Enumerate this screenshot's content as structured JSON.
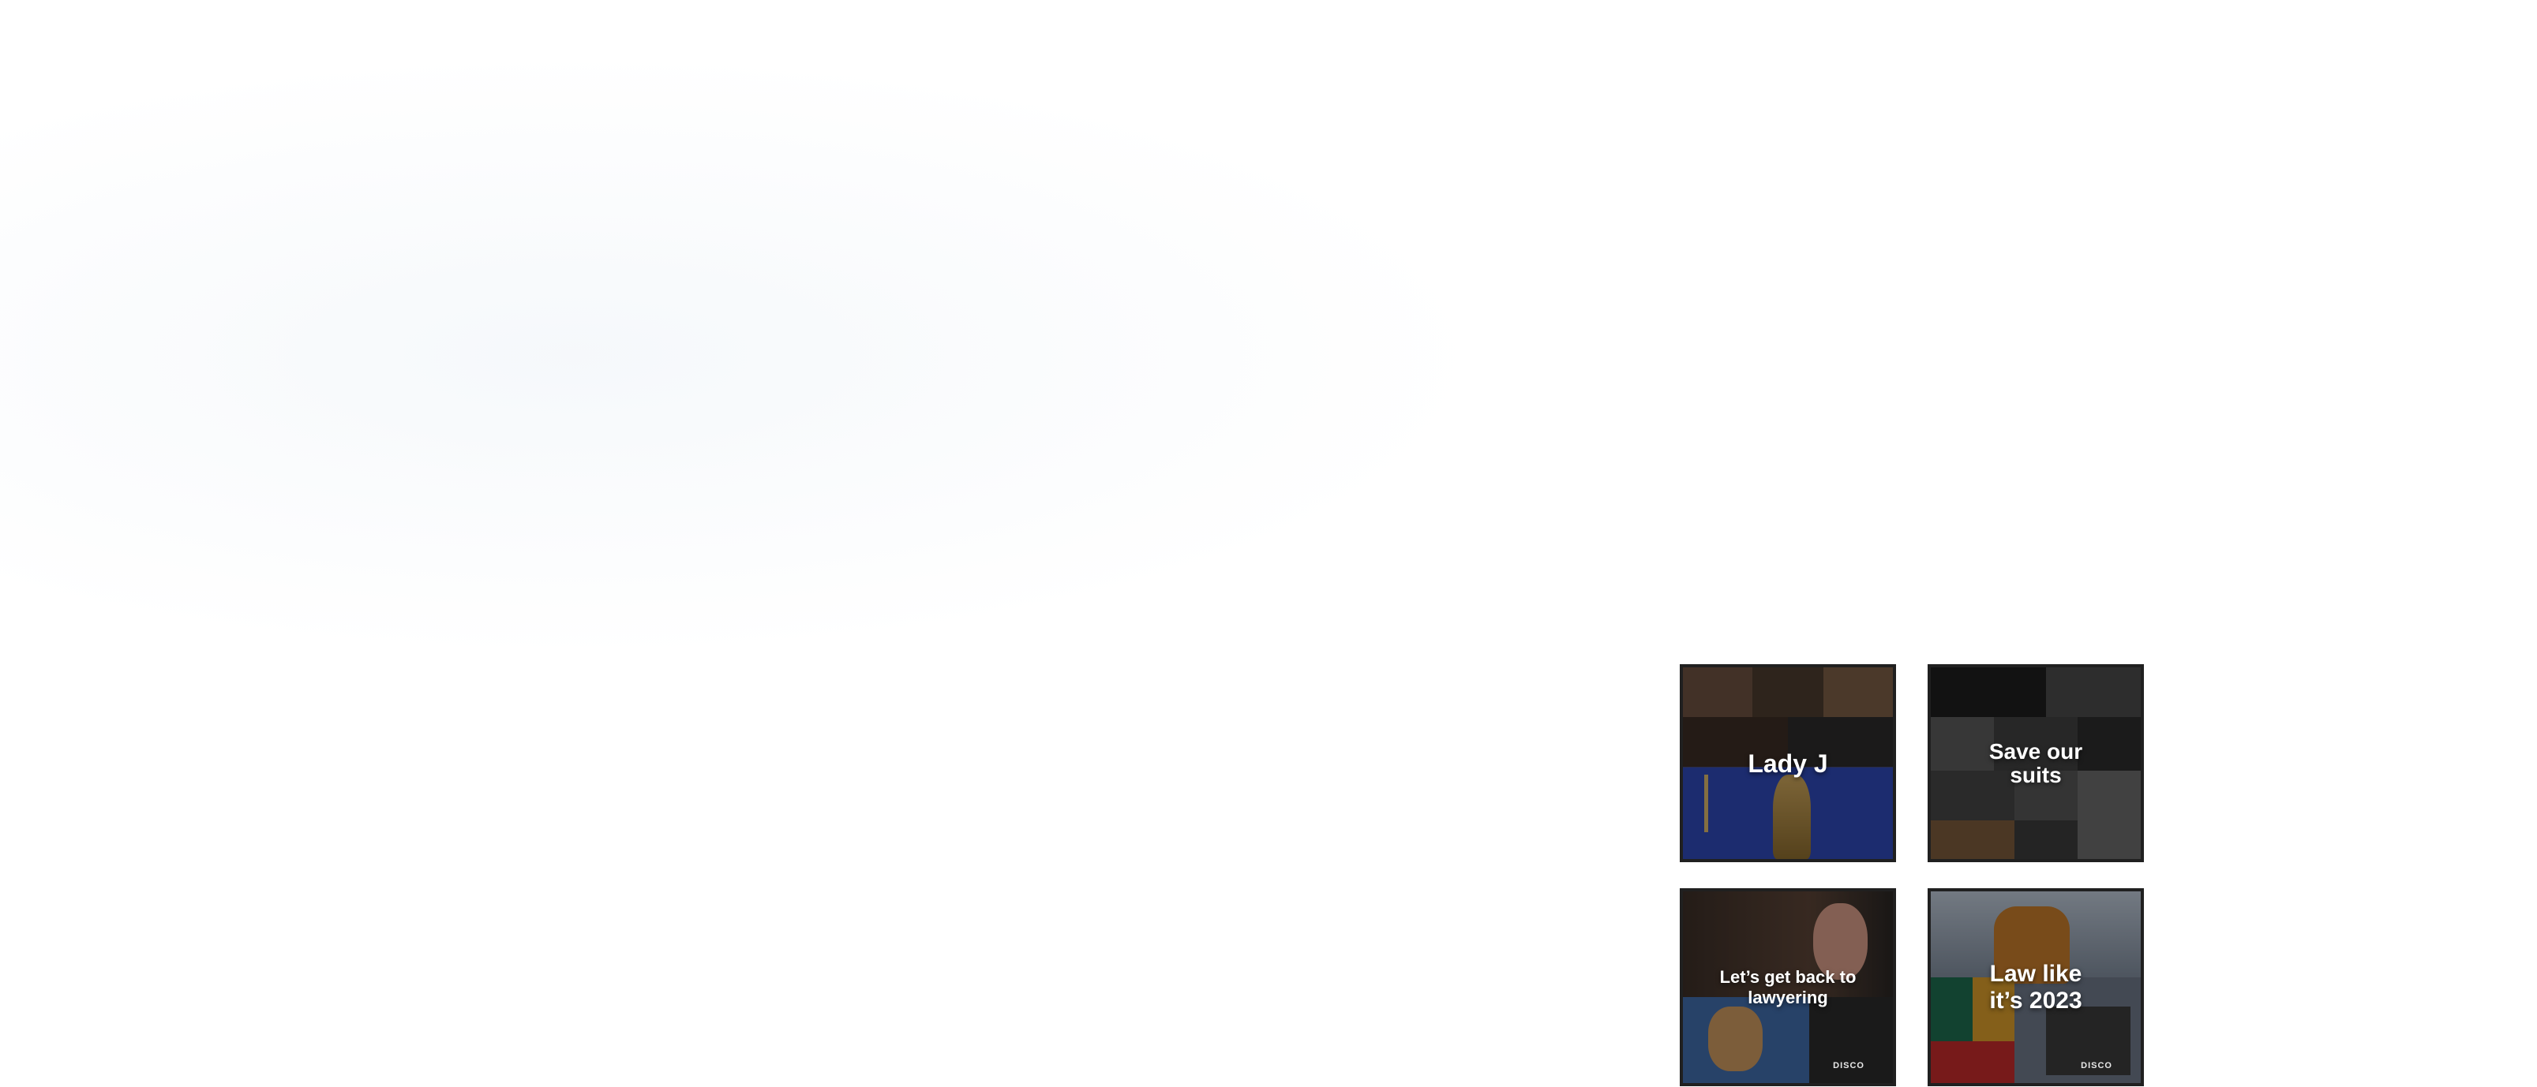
{
  "tiles": [
    {
      "caption": "Lady J"
    },
    {
      "caption": "Save our suits"
    },
    {
      "caption": "Let’s get back to lawyering",
      "brand": "DISCO"
    },
    {
      "caption": "Law like it’s 2023",
      "brand": "DISCO"
    }
  ],
  "colors": {
    "background": "#ffffff",
    "caption_text": "#ffffff",
    "tile_border": "#202020"
  }
}
